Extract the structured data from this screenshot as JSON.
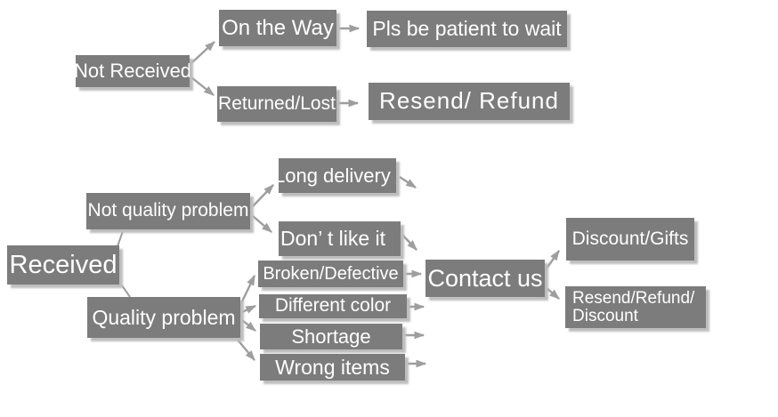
{
  "colors": {
    "node_fill": "#7c7c7c",
    "text": "#ffffff",
    "arrow": "#9e9e9e",
    "shadow": "#bdbdbd",
    "bg": "#ffffff"
  },
  "nodes": {
    "not_received": {
      "label": "Not Received"
    },
    "on_the_way": {
      "label": "On the Way"
    },
    "pls_wait": {
      "label": "Pls be patient to wait"
    },
    "returned_lost": {
      "label": "Returned/Lost"
    },
    "resend_refund": {
      "label": "Resend/ Refund"
    },
    "received": {
      "label": "Received"
    },
    "not_quality_problem": {
      "label": "Not quality problem"
    },
    "long_delivery": {
      "label": "Long delivery"
    },
    "dont_like_it": {
      "label": "Don’ t like it"
    },
    "quality_problem": {
      "label": "Quality problem"
    },
    "broken_defective": {
      "label": "Broken/Defective"
    },
    "different_color": {
      "label": "Different color"
    },
    "shortage": {
      "label": "Shortage"
    },
    "wrong_items": {
      "label": "Wrong items"
    },
    "contact_us": {
      "label": "Contact us"
    },
    "discount_gifts": {
      "label": "Discount/Gifts"
    },
    "resend_refund_discount": {
      "line1": "Resend/Refund/",
      "line2": "Discount"
    }
  },
  "edges": [
    {
      "from": "Not Received",
      "to": "On the Way"
    },
    {
      "from": "Not Received",
      "to": "Returned/Lost"
    },
    {
      "from": "On the Way",
      "to": "Pls be patient to wait"
    },
    {
      "from": "Returned/Lost",
      "to": "Resend/ Refund"
    },
    {
      "from": "Received",
      "to": "Not quality problem"
    },
    {
      "from": "Received",
      "to": "Quality problem"
    },
    {
      "from": "Not quality problem",
      "to": "Long delivery"
    },
    {
      "from": "Not quality problem",
      "to": "Don’ t like it"
    },
    {
      "from": "Long delivery",
      "to": null
    },
    {
      "from": "Don’ t like it",
      "to": "Contact us"
    },
    {
      "from": "Quality problem",
      "to": "Broken/Defective"
    },
    {
      "from": "Quality problem",
      "to": "Different color"
    },
    {
      "from": "Quality problem",
      "to": "Shortage"
    },
    {
      "from": "Quality problem",
      "to": "Wrong items"
    },
    {
      "from": "Broken/Defective",
      "to": "Contact us"
    },
    {
      "from": "Different color",
      "to": "Contact us"
    },
    {
      "from": "Shortage",
      "to": "Contact us"
    },
    {
      "from": "Wrong items",
      "to": "Contact us"
    },
    {
      "from": "Contact us",
      "to": "Discount/Gifts"
    },
    {
      "from": "Contact us",
      "to": "Resend/Refund/Discount"
    }
  ]
}
